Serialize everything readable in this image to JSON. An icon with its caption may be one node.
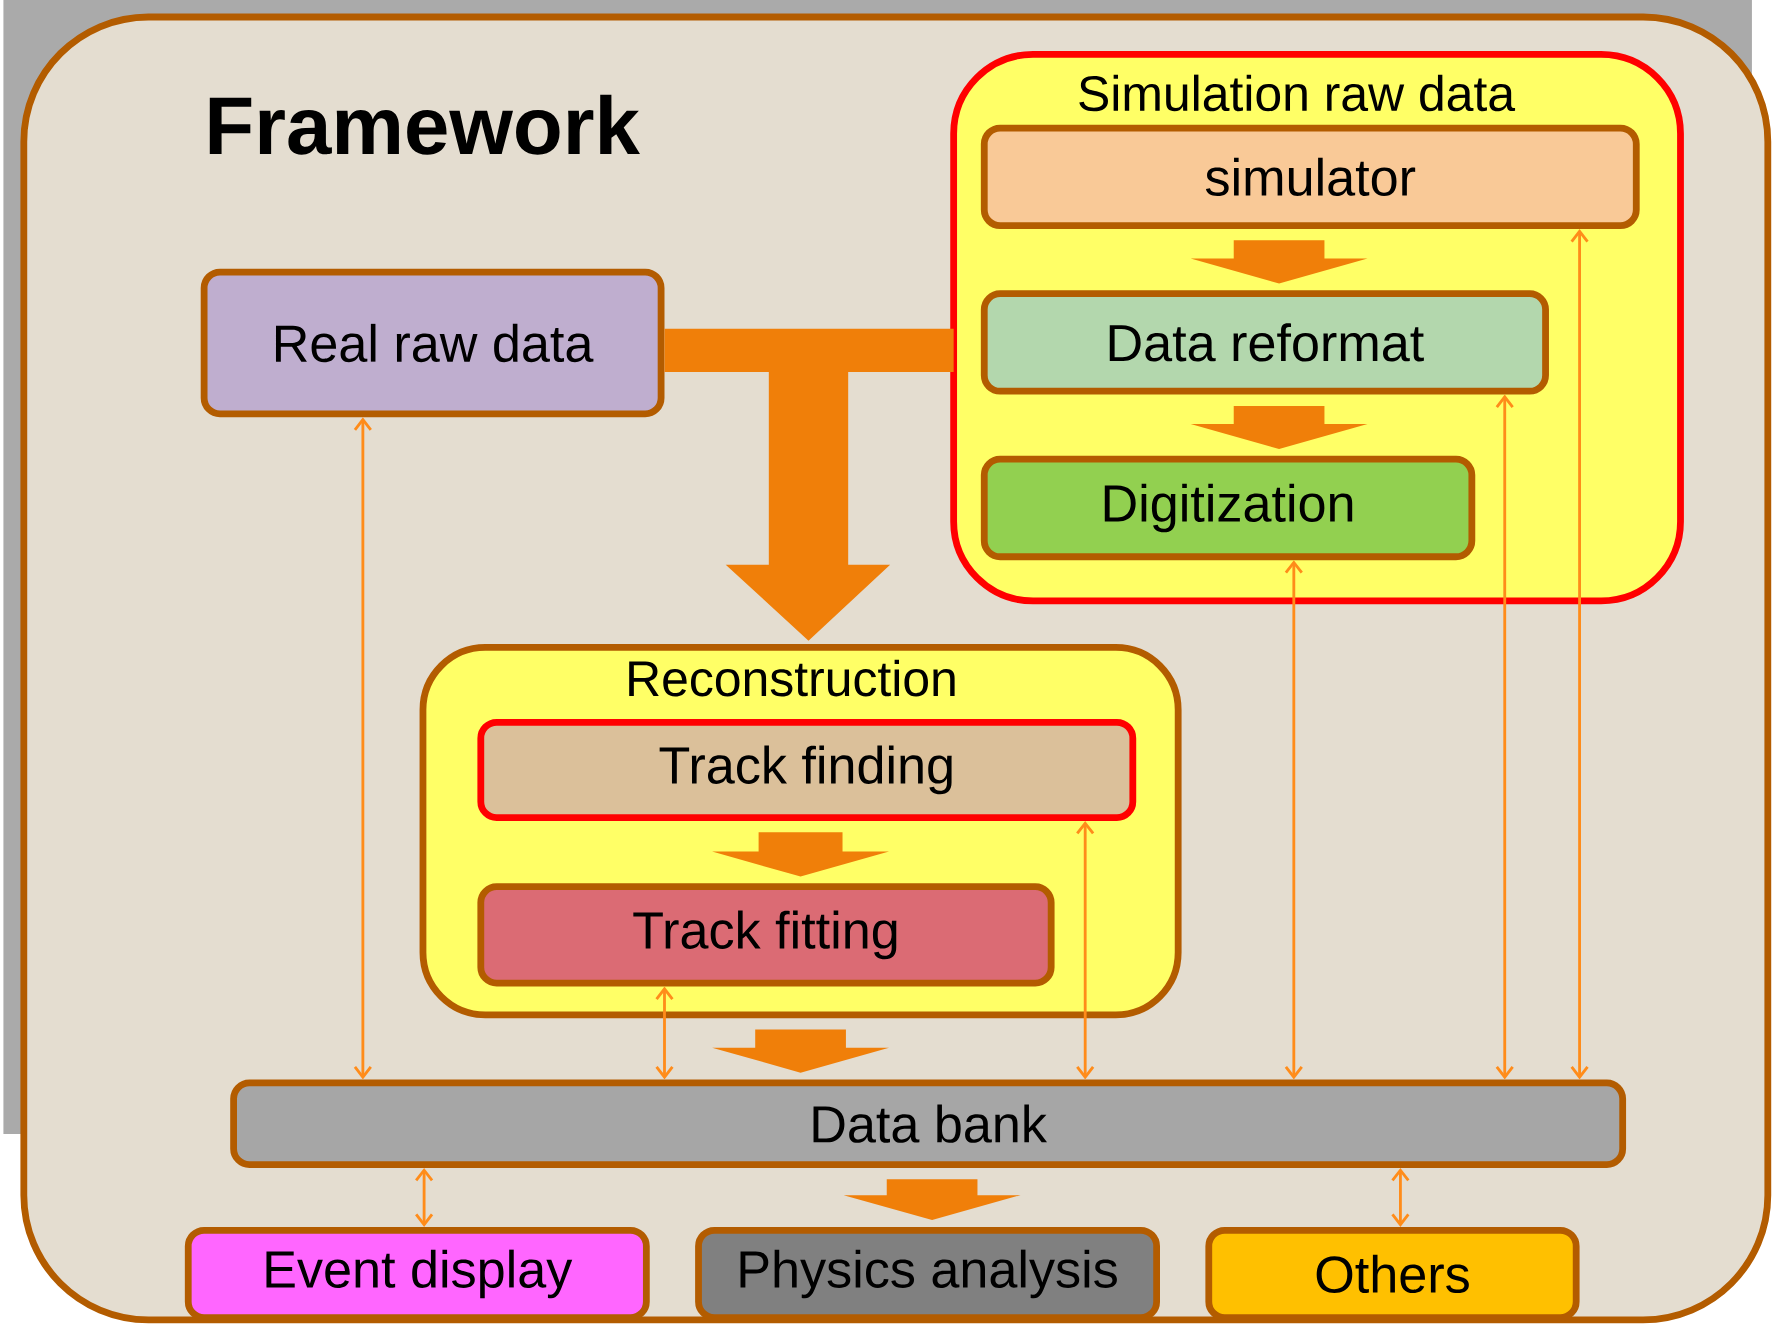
{
  "diagram": {
    "nodes": [
      {
        "text": [
          "Framework"
        ]
      },
      {
        "text": [
          "Simulation raw data"
        ],
        "in": 0
      },
      {
        "text": [
          "simulator"
        ],
        "in": 1
      },
      {
        "text": [
          "Data reformat"
        ],
        "in": 1
      },
      {
        "text": [
          "Digitization"
        ],
        "in": 1
      },
      {
        "text": [
          "Real raw data"
        ],
        "in": 0
      },
      {
        "text": [
          "Reconstruction"
        ],
        "in": 0
      },
      {
        "text": [
          "Track finding"
        ],
        "in": 6
      },
      {
        "text": [
          "Track fitting"
        ],
        "in": 6
      },
      {
        "text": [
          "Data bank"
        ],
        "in": 0
      },
      {
        "text": [
          "Event display"
        ],
        "in": 0
      },
      {
        "text": [
          "Physics analysis"
        ],
        "in": 0
      },
      {
        "text": [
          "Others"
        ],
        "in": 0
      }
    ],
    "edges": [
      {
        "from": 5,
        "to": 6,
        "arrow": "to",
        "style": "thick",
        "color": "#f07f09"
      },
      {
        "from": 1,
        "to": 6,
        "arrow": "to",
        "style": "thick",
        "color": "#f07f09"
      },
      {
        "from": 2,
        "to": 3,
        "arrow": "to",
        "style": "thick",
        "color": "#f07f09"
      },
      {
        "from": 3,
        "to": 4,
        "arrow": "to",
        "style": "thick",
        "color": "#f07f09"
      },
      {
        "from": 7,
        "to": 8,
        "arrow": "to",
        "style": "thick",
        "color": "#f07f09"
      },
      {
        "from": 6,
        "to": 9,
        "arrow": "to",
        "style": "thick",
        "color": "#f07f09"
      },
      {
        "from": 9,
        "to": 11,
        "arrow": "to",
        "style": "thick",
        "color": "#f07f09"
      },
      {
        "from": 5,
        "to": 9,
        "arrow": "both"
      },
      {
        "from": 8,
        "to": 9,
        "arrow": "both"
      },
      {
        "from": 7,
        "to": 9,
        "arrow": "both"
      },
      {
        "from": 4,
        "to": 9,
        "arrow": "both"
      },
      {
        "from": 3,
        "to": 9,
        "arrow": "both"
      },
      {
        "from": 2,
        "to": 9,
        "arrow": "both"
      },
      {
        "from": 9,
        "to": 10,
        "arrow": "both"
      },
      {
        "from": 9,
        "to": 12,
        "arrow": "both"
      }
    ]
  }
}
